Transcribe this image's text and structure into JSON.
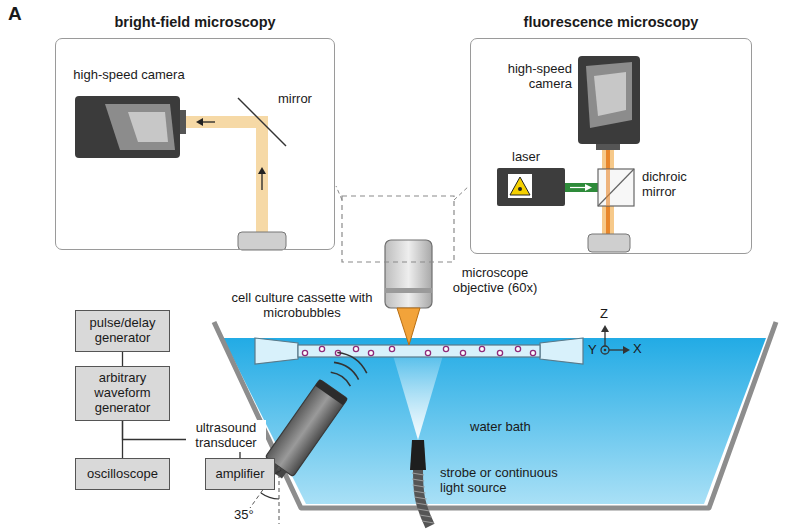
{
  "diagram": {
    "nodes": [
      {
        "text": [
          "bright-field microscopy"
        ]
      },
      {
        "text": [
          "fluorescence microscopy"
        ]
      },
      {
        "text": [
          "pulse/delay generator"
        ]
      },
      {
        "text": [
          "arbitrary waveform generator"
        ]
      },
      {
        "text": [
          "oscilloscope"
        ]
      },
      {
        "text": [
          "amplifier"
        ]
      }
    ],
    "edges": [
      {
        "from": 2,
        "to": 3,
        "arrow": "none"
      },
      {
        "from": 3,
        "to": 4,
        "arrow": "none"
      },
      {
        "from": 3,
        "to": 5,
        "arrow": "none"
      }
    ],
    "labels": [
      "A",
      "high-speed camera",
      "mirror",
      "high-speed camera",
      "laser",
      "dichroic mirror",
      "cell culture cassette with microbubbles",
      "microscope objective (60x)",
      "Z",
      "Y",
      "X",
      "water bath",
      "ultrasound transducer",
      "35°",
      "strobe or continuous light source"
    ]
  }
}
